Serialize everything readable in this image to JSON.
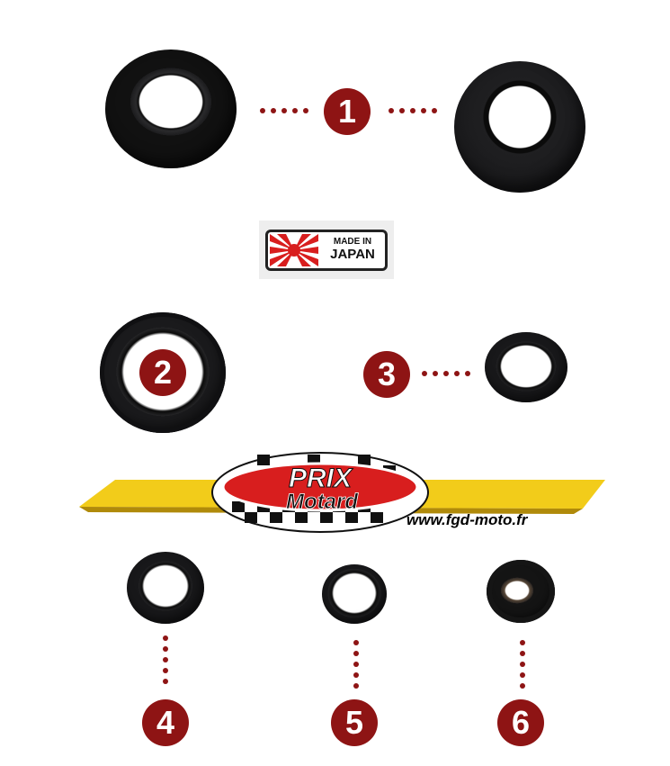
{
  "badges": {
    "one": "1",
    "two": "2",
    "three": "3",
    "four": "4",
    "five": "5",
    "six": "6"
  },
  "made_in_japan": {
    "line1": "MADE IN",
    "line2": "JAPAN"
  },
  "logo": {
    "word1": "PRIX",
    "word2": "Motard",
    "url": "www.fgd-moto.fr"
  },
  "colors": {
    "badge": "#8e1414",
    "seal": "#1c1c1e",
    "stripe": "#f2cc1a",
    "logo_red": "#d81e1e"
  }
}
